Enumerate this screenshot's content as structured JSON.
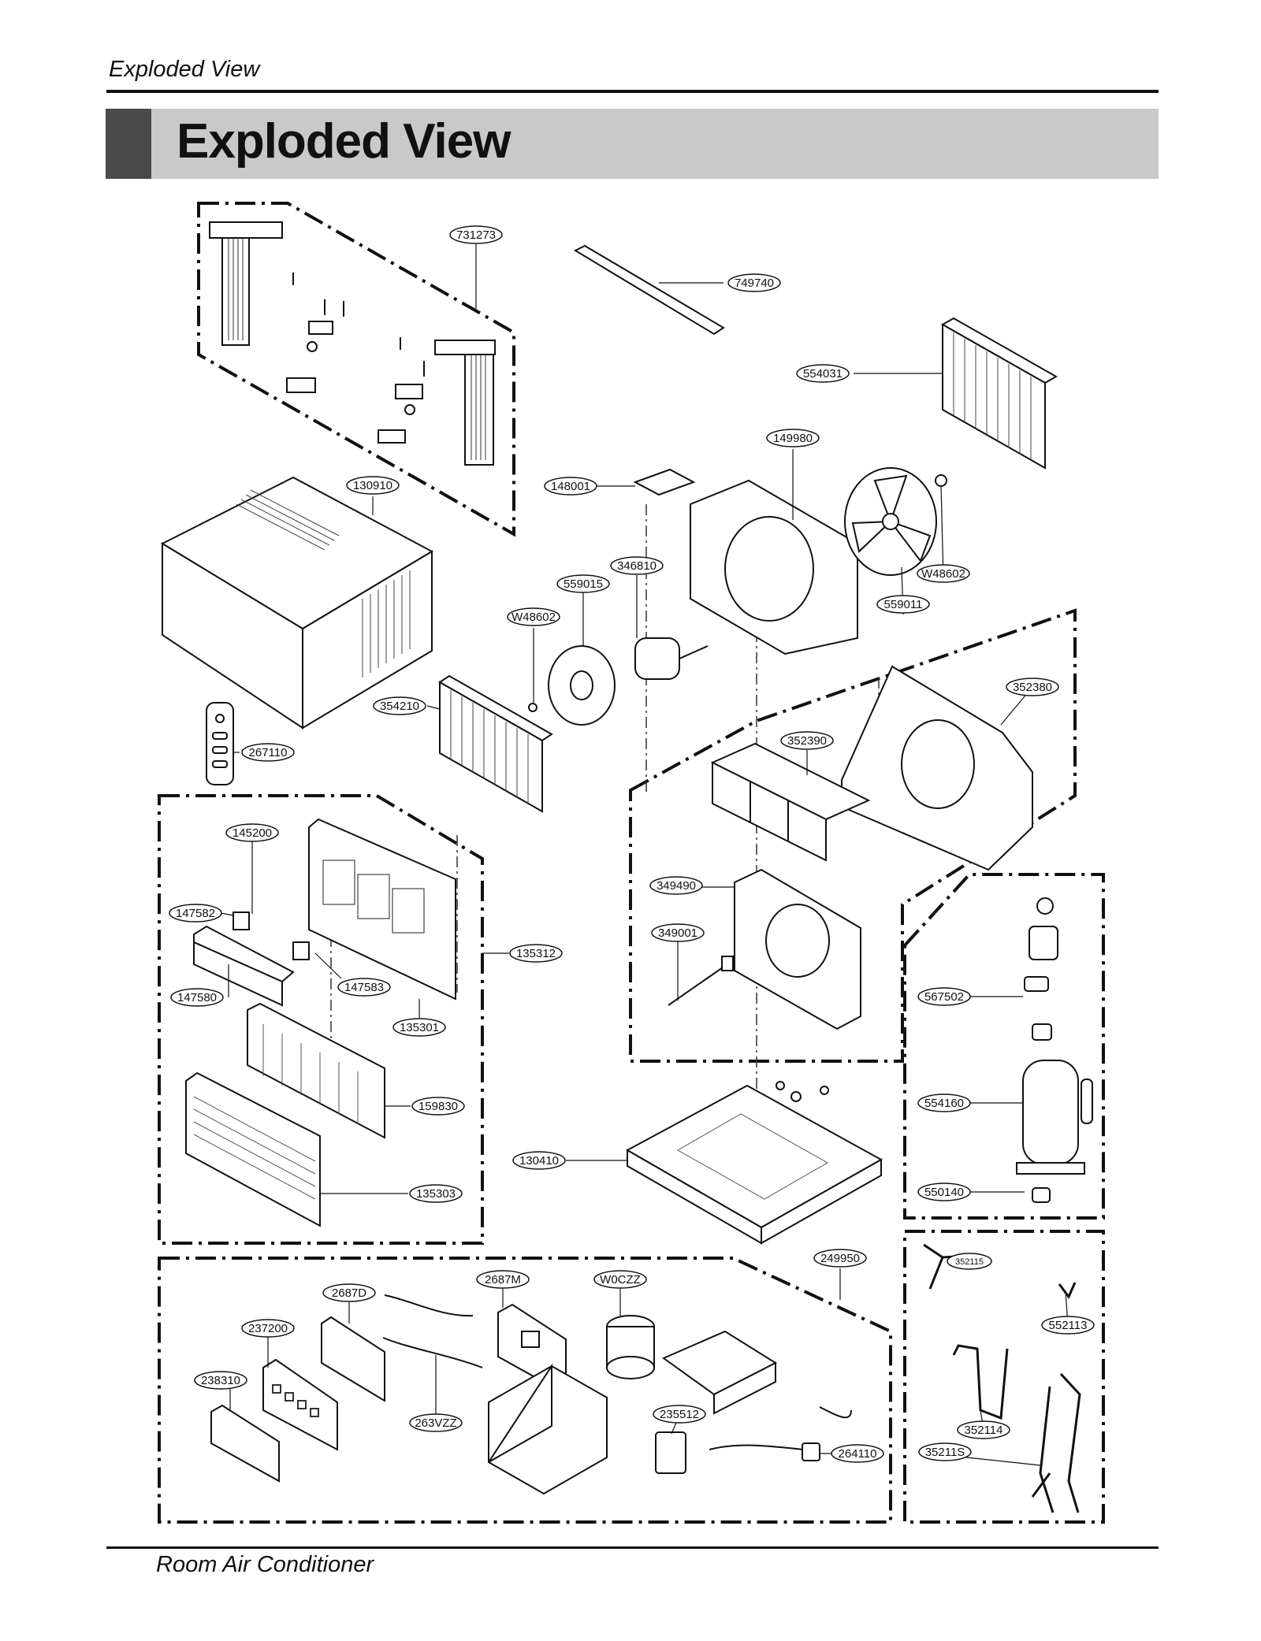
{
  "header": {
    "text": "Exploded View"
  },
  "title": "Exploded View",
  "footer": {
    "text": "Room Air Conditioner"
  },
  "callouts": [
    {
      "id": "c-731273",
      "label": "731273"
    },
    {
      "id": "c-749740",
      "label": "749740"
    },
    {
      "id": "c-554031",
      "label": "554031"
    },
    {
      "id": "c-149980",
      "label": "149980"
    },
    {
      "id": "c-148001",
      "label": "148001"
    },
    {
      "id": "c-130910",
      "label": "130910"
    },
    {
      "id": "c-346810",
      "label": "346810"
    },
    {
      "id": "c-559015",
      "label": "559015"
    },
    {
      "id": "c-w48602a",
      "label": "W48602"
    },
    {
      "id": "c-w48602b",
      "label": "W48602"
    },
    {
      "id": "c-559011",
      "label": "559011"
    },
    {
      "id": "c-354210",
      "label": "354210"
    },
    {
      "id": "c-352380",
      "label": "352380"
    },
    {
      "id": "c-267110",
      "label": "267110"
    },
    {
      "id": "c-352390",
      "label": "352390"
    },
    {
      "id": "c-145200",
      "label": "145200"
    },
    {
      "id": "c-147582",
      "label": "147582"
    },
    {
      "id": "c-135312",
      "label": "135312"
    },
    {
      "id": "c-147583",
      "label": "147583"
    },
    {
      "id": "c-147580",
      "label": "147580"
    },
    {
      "id": "c-135301",
      "label": "135301"
    },
    {
      "id": "c-349490",
      "label": "349490"
    },
    {
      "id": "c-349001",
      "label": "349001"
    },
    {
      "id": "c-567502",
      "label": "567502"
    },
    {
      "id": "c-159830",
      "label": "159830"
    },
    {
      "id": "c-554160",
      "label": "554160"
    },
    {
      "id": "c-130410",
      "label": "130410"
    },
    {
      "id": "c-135303",
      "label": "135303"
    },
    {
      "id": "c-550140",
      "label": "550140"
    },
    {
      "id": "c-249950",
      "label": "249950"
    },
    {
      "id": "c-352115",
      "label": "352115"
    },
    {
      "id": "c-2687d",
      "label": "2687D"
    },
    {
      "id": "c-2687m",
      "label": "2687M"
    },
    {
      "id": "c-w0czz",
      "label": "W0CZZ"
    },
    {
      "id": "c-552113",
      "label": "552113"
    },
    {
      "id": "c-237200",
      "label": "237200"
    },
    {
      "id": "c-238310",
      "label": "238310"
    },
    {
      "id": "c-263vzz",
      "label": "263VZZ"
    },
    {
      "id": "c-235512",
      "label": "235512"
    },
    {
      "id": "c-352114",
      "label": "352114"
    },
    {
      "id": "c-264110",
      "label": "264110"
    },
    {
      "id": "c-35211s",
      "label": "35211S"
    }
  ]
}
